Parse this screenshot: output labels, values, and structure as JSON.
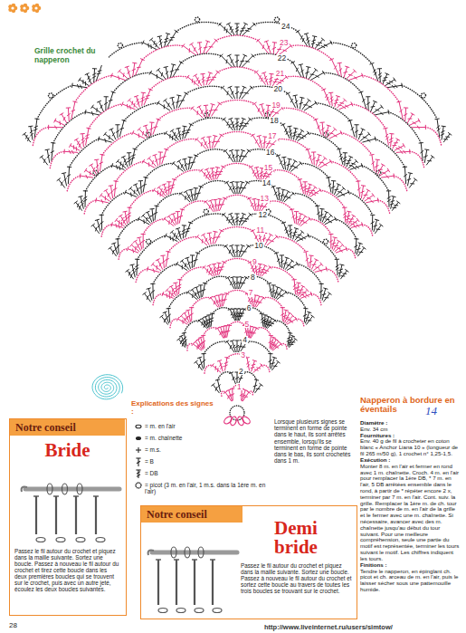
{
  "diagram": {
    "title": "Grille crochet du napperon",
    "nodes": [
      {
        "text": [
          "Notre conseil",
          "Bride",
          "Passez le fil autour du crochet et piquez dans la maille suivante. Sortez une boucle. Passez à nouveau le fil autour du crochet et tirez cette boucle dans les deux premières boucles qui se trouvent sur le crochet, puis avec un autre jeté, écoulez les deux boucles suivantes."
        ]
      },
      {
        "text": [
          "Notre conseil",
          "Demi bride",
          "Passez le fil autour du crochet et piquez dans la maille suivante. Sortez une boucle. Passez à nouveau le fil autour du crochet et sortez cette boucle au travers de toutes les trois boucles se trouvant sur le crochet."
        ]
      }
    ],
    "labels": [
      "24",
      "23",
      "22",
      "21",
      "20",
      "19",
      "18",
      "17",
      "16",
      "15",
      "14",
      "13",
      "12",
      "11",
      "10",
      "9",
      "8",
      "7",
      "6",
      "5",
      "4",
      "3",
      "2",
      "1",
      "Explications des signes :",
      "Lorsque plusieurs signes se terminent en forme de pointe dans le haut, ils sont arrêtés ensemble, lorsqu'ils se terminent en forme de pointe dans le bas, ils sont crochetés dans 1 m.",
      "Napperon à bordure en éventails",
      "14",
      "Diamètre :",
      "Env. 34 cm",
      "Fournitures :",
      "Env. 40 g de fil à crocheter en coton blanc « Anchor Liana 10 » (longueur de fil 265 m/50 g), 1 crochet n° 1,25-1,5.",
      "Exécution :",
      "Monter 8 m. en l'air et fermer en rond avec 1 m. chaînette. Croch. 4 m. en l'air pour remplacer la 1ère DB, * 7 m. en l'air, 5 DB arrêtées ensemble dans le rond, à partir de * répéter encore 2 x, terminer par 7 m. en l'air. Cont. suiv. la grille. Remplacer la 1ère m. de ch. tour par le nombre de m. en l'air de la grille et le fermer avec une m. chaînette. Si nécessaire, avancer avec des m. chaînette jusqu'au début du tour suivant. Pour une meilleure compréhension, seule une partie du motif est représentée, terminer les tours suivant le motif. Les chiffres indiquent les tours.",
      "Finitions :",
      "Tendre le napperon, en épinglant ch. picot et ch. arceau de m. en l'air, puis le laisser sécher sous une pattemouille humide.",
      "28",
      "http://www.liveinternet.ru/users/simtow/"
    ],
    "legend": [
      {
        "text": "= m. en l'air"
      },
      {
        "text": "= m. chaînette"
      },
      {
        "text": "= m.s."
      },
      {
        "text": "= B"
      },
      {
        "text": "= DB"
      },
      {
        "text": "= picot (3 m. en l'air, 1 m.s. dans la 1ère m. en l'air)"
      }
    ]
  }
}
